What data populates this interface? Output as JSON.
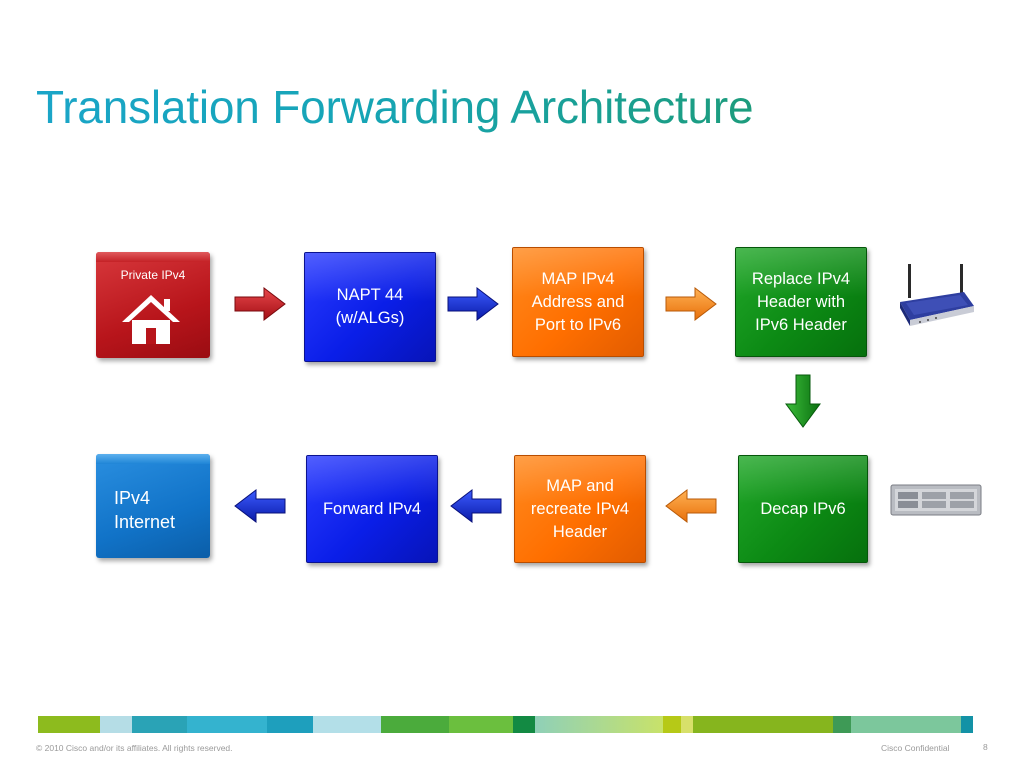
{
  "slide": {
    "title": "Translation Forwarding Architecture"
  },
  "nodes": {
    "private_ipv4": {
      "label": "Private IPv4",
      "icon": "house-icon",
      "color": "#b8151b"
    },
    "napt44": {
      "label": "NAPT 44 (w/ALGs)",
      "line1": "NAPT 44",
      "line2": "(w/ALGs)",
      "color": "#0a1ee8"
    },
    "map_ipv4": {
      "line1": "MAP IPv4",
      "line2": "Address and",
      "line3": "Port to IPv6",
      "color": "#ff6f00"
    },
    "replace_header": {
      "line1": "Replace IPv4",
      "line2": "Header with",
      "line3": "IPv6 Header",
      "color": "#0c8a14"
    },
    "decap_ipv6": {
      "label": "Decap IPv6",
      "color": "#0c8a14"
    },
    "map_recreate": {
      "line1": "MAP and",
      "line2": "recreate IPv4",
      "line3": "Header",
      "color": "#ff6f00"
    },
    "forward_ipv4": {
      "label": "Forward IPv4",
      "color": "#0a1ee8"
    },
    "ipv4_internet": {
      "line1": "IPv4",
      "line2": "Internet",
      "color": "#1173c8"
    }
  },
  "devices": {
    "top": "wireless-router-icon",
    "bottom": "rack-router-icon"
  },
  "edges": [
    {
      "from": "private_ipv4",
      "to": "napt44"
    },
    {
      "from": "napt44",
      "to": "map_ipv4"
    },
    {
      "from": "map_ipv4",
      "to": "replace_header"
    },
    {
      "from": "replace_header",
      "to": "decap_ipv6"
    },
    {
      "from": "decap_ipv6",
      "to": "map_recreate"
    },
    {
      "from": "map_recreate",
      "to": "forward_ipv4"
    },
    {
      "from": "forward_ipv4",
      "to": "ipv4_internet"
    }
  ],
  "footer": {
    "copyright": "© 2010 Cisco and/or its affiliates. All rights reserved.",
    "confidential": "Cisco Confidential",
    "page_number": "8"
  }
}
